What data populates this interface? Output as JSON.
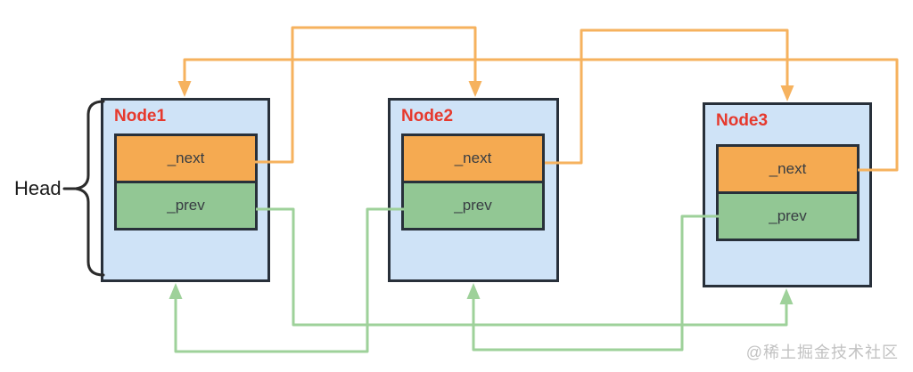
{
  "head_label": "Head",
  "watermark": "@稀土掘金技术社区",
  "colors": {
    "node_fill": "#cfe3f7",
    "node_border": "#28303a",
    "next_fill": "#f5aa51",
    "prev_fill": "#92c794",
    "orange_line": "#f6b25e",
    "green_line": "#9ed19a",
    "title_red": "#e6392d",
    "label_text": "#383d43",
    "head_text": "#1a1a1a",
    "watermark_gray": "#c2c2c2"
  },
  "nodes": [
    {
      "title": "Node1",
      "next_label": "_next",
      "prev_label": "_prev"
    },
    {
      "title": "Node2",
      "next_label": "_next",
      "prev_label": "_prev"
    },
    {
      "title": "Node3",
      "next_label": "_next",
      "prev_label": "_prev"
    }
  ],
  "connections": {
    "next_pointers": [
      "Node1 → Node2",
      "Node2 → Node3",
      "Node3 → Node1"
    ],
    "prev_pointers": [
      "Node2 → Node1",
      "Node3 → Node2",
      "Node1 → Node3"
    ]
  }
}
